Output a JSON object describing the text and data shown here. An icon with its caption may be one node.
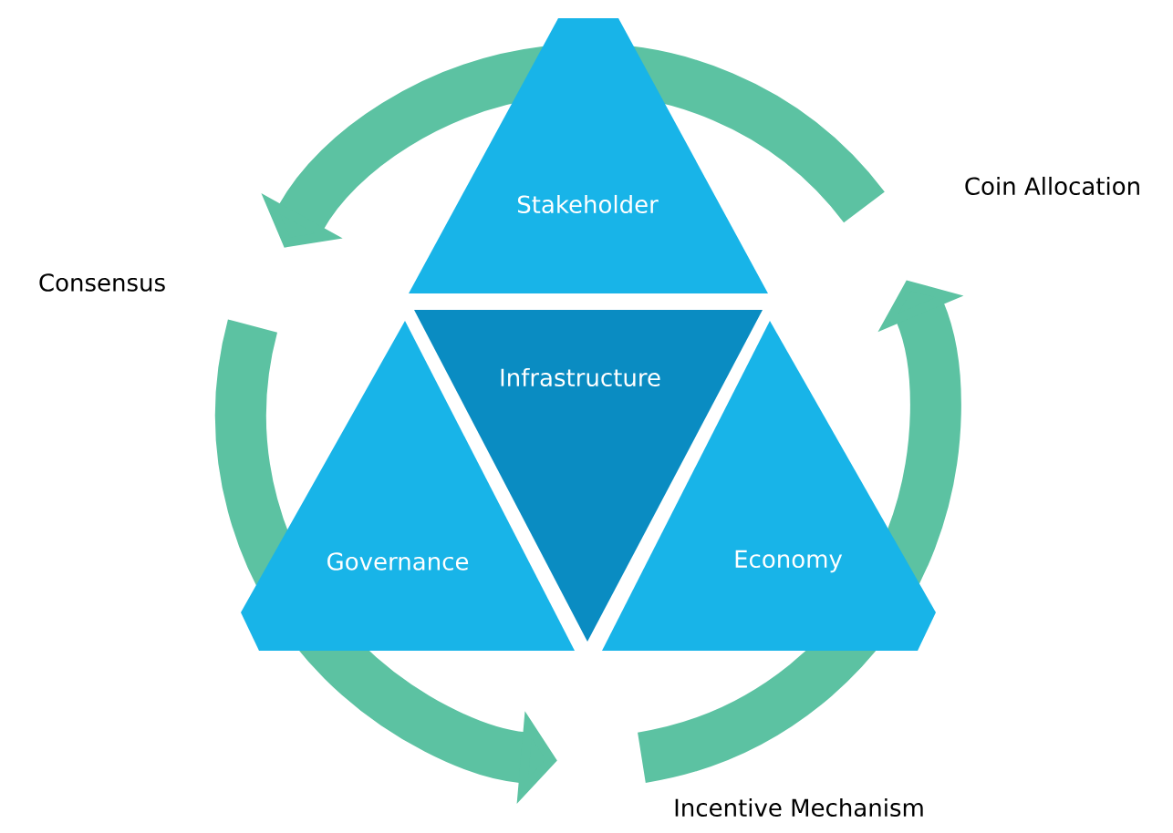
{
  "diagram": {
    "nodes": [
      {
        "text": [
          "Stakeholder"
        ]
      },
      {
        "text": [
          "Infrastructure"
        ]
      },
      {
        "text": [
          "Governance"
        ]
      },
      {
        "text": [
          "Economy"
        ]
      }
    ],
    "labels": [
      "Coin Allocation",
      "Consensus",
      "Incentive Mechanism"
    ]
  }
}
